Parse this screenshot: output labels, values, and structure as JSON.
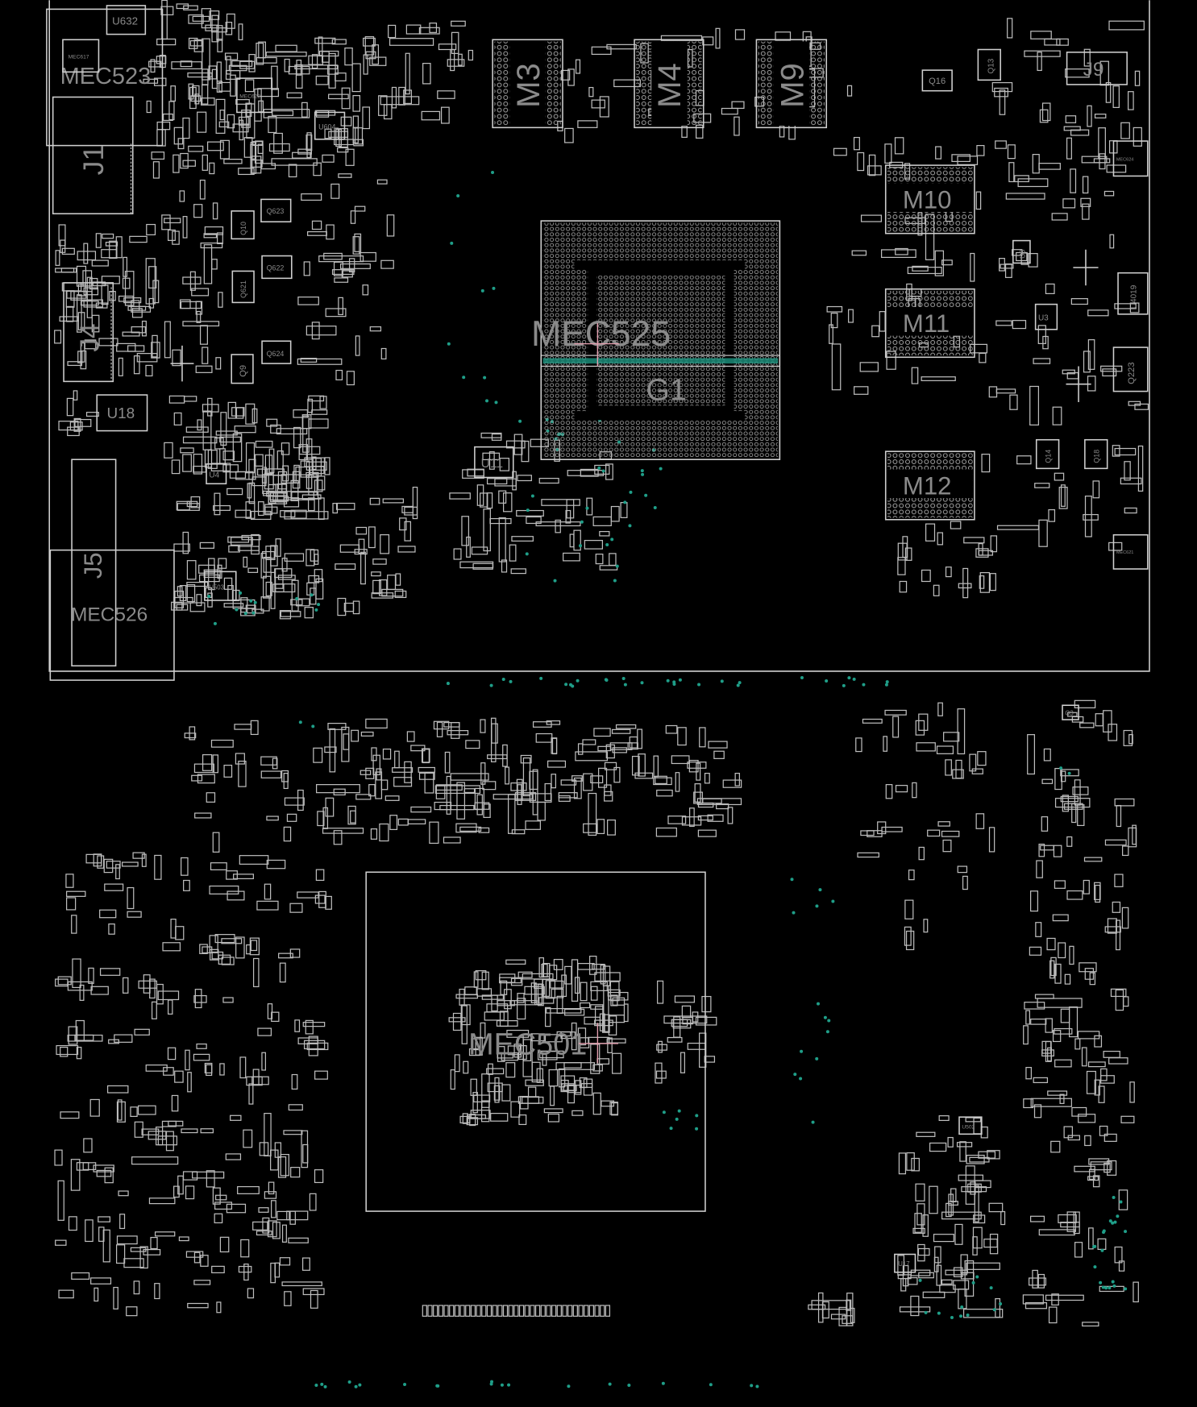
{
  "view": {
    "background": "#000000",
    "outline_color": "#cfcfcf",
    "net_highlight_color": "#1f9e88",
    "cursor_color": "#e6a0b0"
  },
  "components": {
    "mec523": "MEC523",
    "u632": "U632",
    "mec617": "MEC617",
    "j1": "J1",
    "j4": "J4",
    "u18": "U18",
    "j5": "J5",
    "mec526": "MEC526",
    "u4": "U4",
    "u503": "U503",
    "u604": "U604",
    "mec622": "MEC622",
    "q623": "Q623",
    "q10": "Q10",
    "q622": "Q622",
    "q621": "Q621",
    "q624": "Q624",
    "q9": "Q9",
    "m3": "M3",
    "m4": "M4",
    "m9": "M9",
    "mec525": "MEC525",
    "g1": "G1",
    "u11": "U11",
    "m10": "M10",
    "m11": "M11",
    "m12": "M12",
    "q16": "Q16",
    "q13": "Q13",
    "j9": "J9",
    "mec624": "MEC624",
    "u9": "U9",
    "u3": "U3",
    "u4019": "U4019",
    "q223": "Q223",
    "q14": "Q14",
    "q18": "Q18",
    "mec621": "MEC621",
    "mec501": "MEC501",
    "u17": "U17",
    "u502": "U502",
    "q3": "Q3"
  }
}
